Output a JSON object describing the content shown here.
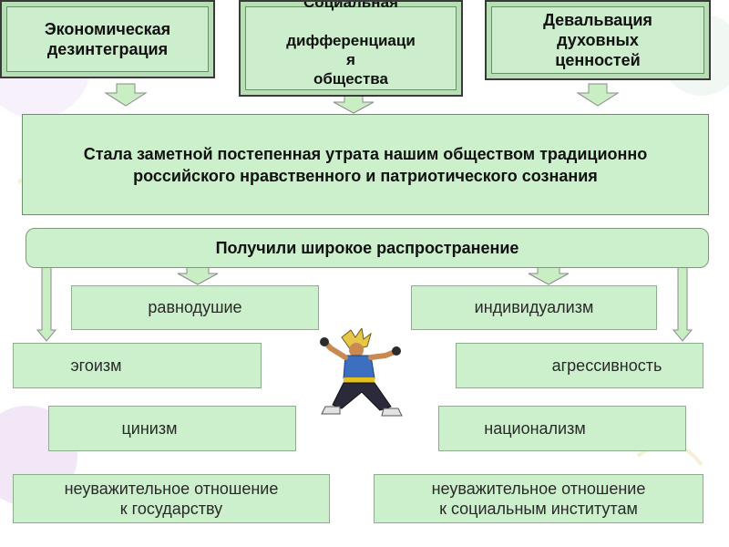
{
  "top_boxes": [
    {
      "text": "Экономическая\nдезинтеграция"
    },
    {
      "text": "Социальная\n\nдифференциаци\nя\nобщества"
    },
    {
      "text": "Девальвация\nдуховных\nценностей"
    }
  ],
  "main_text": "Стала заметной постепенная утрата нашим обществом традиционно\nроссийского нравственного и патриотического сознания",
  "spread_label": "Получили широкое распространение",
  "items": {
    "ravnodushie": "равнодушие",
    "individualizm": "индивидуализм",
    "egoizm": "эгоизм",
    "agressivnost": "агрессивность",
    "tsinizm": "цинизм",
    "natsionalizm": "национализм",
    "state": "неуважительное отношение\nк государству",
    "institutions": "неуважительное отношение\nк социальным институтам"
  },
  "colors": {
    "box_fill": "#ccefcc",
    "arrow_fill": "#c9eec4",
    "border": "#3a3a3a"
  }
}
